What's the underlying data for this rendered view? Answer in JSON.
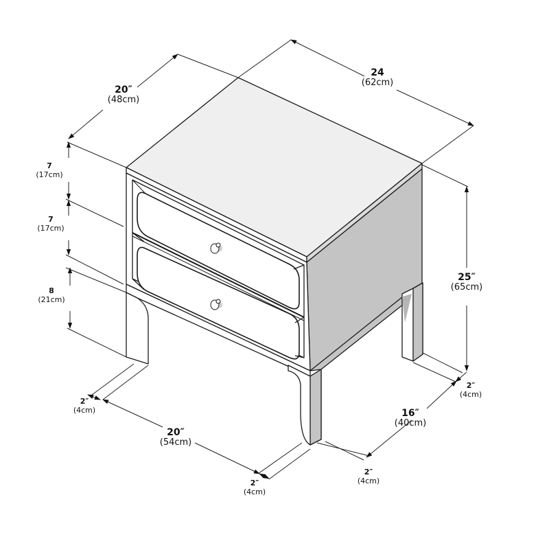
{
  "diagram": {
    "subject": "Two-drawer nightstand dimension drawing",
    "colors": {
      "line": "#1a1a1a",
      "top": "#efefef",
      "front": "#ffffff",
      "side": "#c4c4c4",
      "leg_shade": "#b5b5b5",
      "dim_line": "#222222"
    },
    "dimensions": {
      "depth_top": {
        "inches": "20″",
        "cm": "(48cm)"
      },
      "width_top": {
        "inches": "24",
        "cm": "(62cm)"
      },
      "height_total": {
        "inches": "25″",
        "cm": "(65cm)"
      },
      "drawer_top": {
        "inches": "7",
        "cm": "(17cm)"
      },
      "drawer_bottom": {
        "inches": "7",
        "cm": "(17cm)"
      },
      "base_height": {
        "inches": "8",
        "cm": "(21cm)"
      },
      "leg_left_front": {
        "inches": "2″",
        "cm": "(4cm)"
      },
      "span_front": {
        "inches": "20″",
        "cm": "(54cm)"
      },
      "leg_right_front": {
        "inches": "2″",
        "cm": "(4cm)"
      },
      "leg_right_back": {
        "inches": "2″",
        "cm": "(4cm)"
      },
      "span_side": {
        "inches": "16″",
        "cm": "(40cm)"
      },
      "leg_side": {
        "inches": "2″",
        "cm": "(4cm)"
      }
    },
    "parts": {
      "drawers": 2,
      "knobs": 2,
      "legs": 4
    }
  }
}
